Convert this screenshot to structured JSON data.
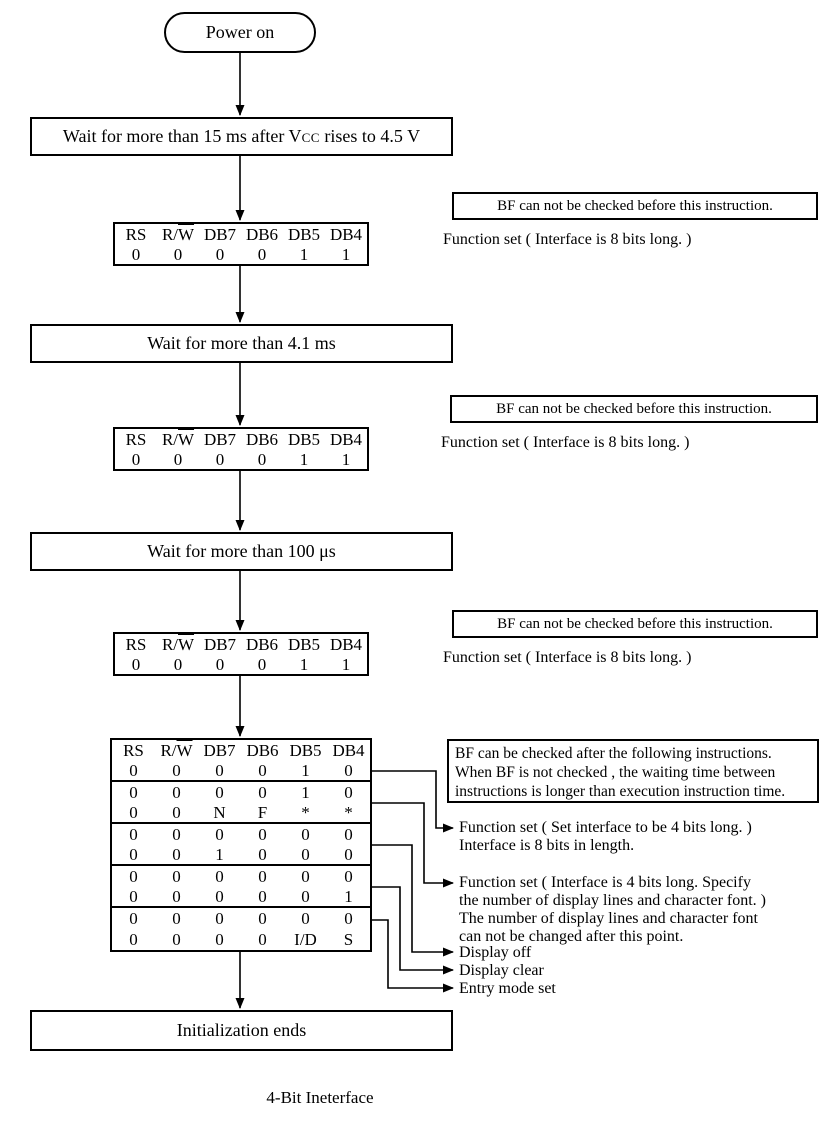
{
  "flow": {
    "power_on": "Power on",
    "wait_15ms": {
      "pre": "Wait for more than 15 ms after V",
      "cc": "CC",
      "post": " rises to 4.5 V"
    },
    "wait_41ms": "Wait for more than 4.1 ms",
    "wait_100us": "Wait for more than 100 μs",
    "init_ends": "Initialization ends",
    "caption": "4-Bit Ineterface"
  },
  "signal_header": {
    "c0": "RS",
    "c1_pre": "R/",
    "c1_bar": "W",
    "c2": "DB7",
    "c3": "DB6",
    "c4": "DB5",
    "c5": "DB4"
  },
  "fs8_table": {
    "rows": [
      [
        "0",
        "0",
        "0",
        "0",
        "1",
        "1"
      ]
    ]
  },
  "seq_table": {
    "rows": [
      [
        "0",
        "0",
        "0",
        "0",
        "1",
        "0"
      ],
      [
        "0",
        "0",
        "0",
        "0",
        "1",
        "0"
      ],
      [
        "0",
        "0",
        "N",
        "F",
        "*",
        "*"
      ],
      [
        "0",
        "0",
        "0",
        "0",
        "0",
        "0"
      ],
      [
        "0",
        "0",
        "1",
        "0",
        "0",
        "0"
      ],
      [
        "0",
        "0",
        "0",
        "0",
        "0",
        "0"
      ],
      [
        "0",
        "0",
        "0",
        "0",
        "0",
        "1"
      ],
      [
        "0",
        "0",
        "0",
        "0",
        "0",
        "0"
      ],
      [
        "0",
        "0",
        "0",
        "0",
        "I/D",
        "S"
      ]
    ]
  },
  "notes": {
    "bf_not_checked": "BF can not be checked before this instruction.",
    "function_set_8bit": "Function set ( Interface is 8 bits long. )",
    "bf_checked_lines": [
      "BF can  be checked after the following instructions.",
      "When BF is not checked , the waiting time between",
      "instructions is longer than execution instruction time."
    ],
    "fn_set_4bit": [
      "Function set ( Set interface to be 4 bits long. )",
      "Interface is 8 bits in length."
    ],
    "fn_set_lines_font": [
      "Function set ( Interface is 4 bits long. Specify",
      "the number of display lines and   character font. )",
      "The number of display lines and character font",
      "can not be changed after this point."
    ],
    "display_off": "Display off",
    "display_clear": "Display clear",
    "entry_mode_set": "Entry mode set"
  },
  "colors": {
    "line": "#000000",
    "background": "#ffffff"
  }
}
